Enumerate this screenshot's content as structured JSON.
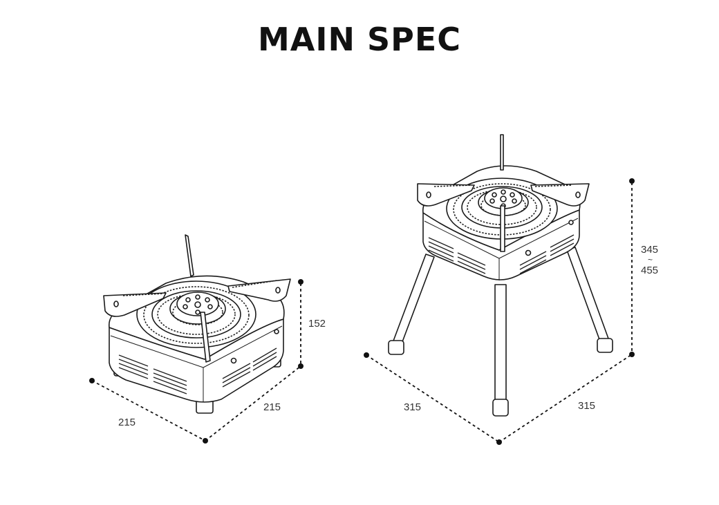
{
  "title": "MAIN SPEC",
  "compact": {
    "height": "152",
    "depth_left": "215",
    "depth_right": "215"
  },
  "extended": {
    "height_min": "345",
    "height_sep": "~",
    "height_max": "455",
    "depth_left": "315",
    "depth_right": "315"
  }
}
